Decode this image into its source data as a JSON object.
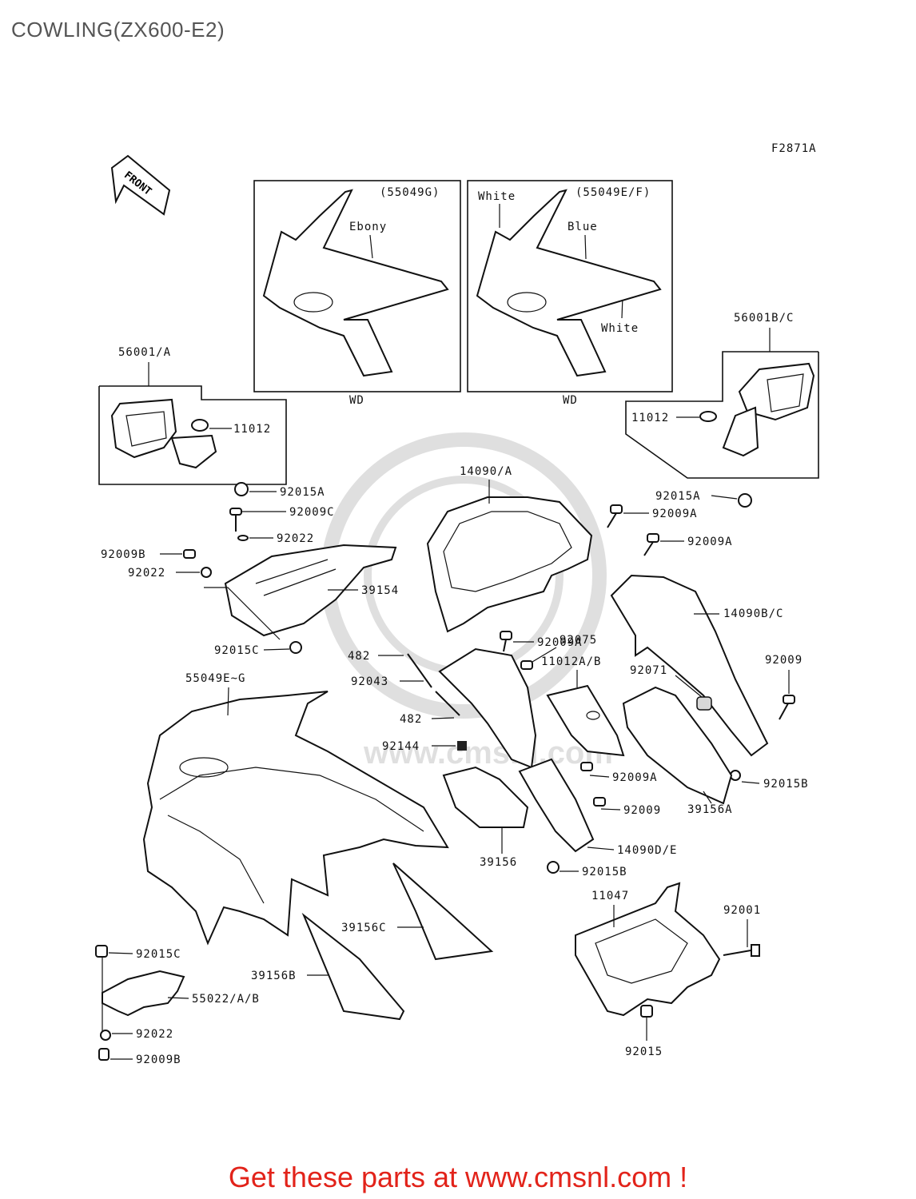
{
  "header": {
    "title": "COWLING(ZX600-E2)"
  },
  "figure": {
    "code": "F2871A",
    "front_arrow": "FRONT"
  },
  "variant_boxes": [
    {
      "title": "(55049G)",
      "footer": "WD",
      "notes": [
        "Ebony"
      ]
    },
    {
      "title": "(55049E/F)",
      "footer": "WD",
      "notes": [
        "White",
        "Blue",
        "White"
      ]
    }
  ],
  "callouts": {
    "mirror_left": "56001/A",
    "mirror_right": "56001B/C",
    "n11012_left": "11012",
    "n11012_right": "11012",
    "n92015A_left": "92015A",
    "n92015A_right": "92015A",
    "n92009C": "92009C",
    "n92022_top": "92022",
    "n92009B_mid": "92009B",
    "n92022_mid": "92022",
    "n39154": "39154",
    "n92015C_mid": "92015C",
    "n14090A": "14090/A",
    "n92009A_1": "92009A",
    "n92009A_2": "92009A",
    "n92009A_3": "92009A",
    "n92009A_4": "92009A",
    "n14090BC": "14090B/C",
    "n92075": "92075",
    "n11012AB": "11012A/B",
    "n482_top": "482",
    "n92043": "92043",
    "n482_bot": "482",
    "n92144": "92144",
    "n92071": "92071",
    "n92009_right": "92009",
    "n92015B_right": "92015B",
    "n39156A": "39156A",
    "n55049EG": "55049E~G",
    "n92009_mid": "92009",
    "n14090DE": "14090D/E",
    "n92015B_mid": "92015B",
    "n39156": "39156",
    "n39156C": "39156C",
    "n39156B": "39156B",
    "n92015C_bot": "92015C",
    "n55022AB": "55022/A/B",
    "n92022_bot": "92022",
    "n92009B_bot": "92009B",
    "n11047": "11047",
    "n92001": "92001",
    "n92015": "92015"
  },
  "watermark": "www.cmsnl.com",
  "footer": {
    "link_text": "Get these parts at www.cmsnl.com !"
  },
  "colors": {
    "accent": "#e2231a",
    "title": "#555555",
    "ink": "#111111"
  }
}
